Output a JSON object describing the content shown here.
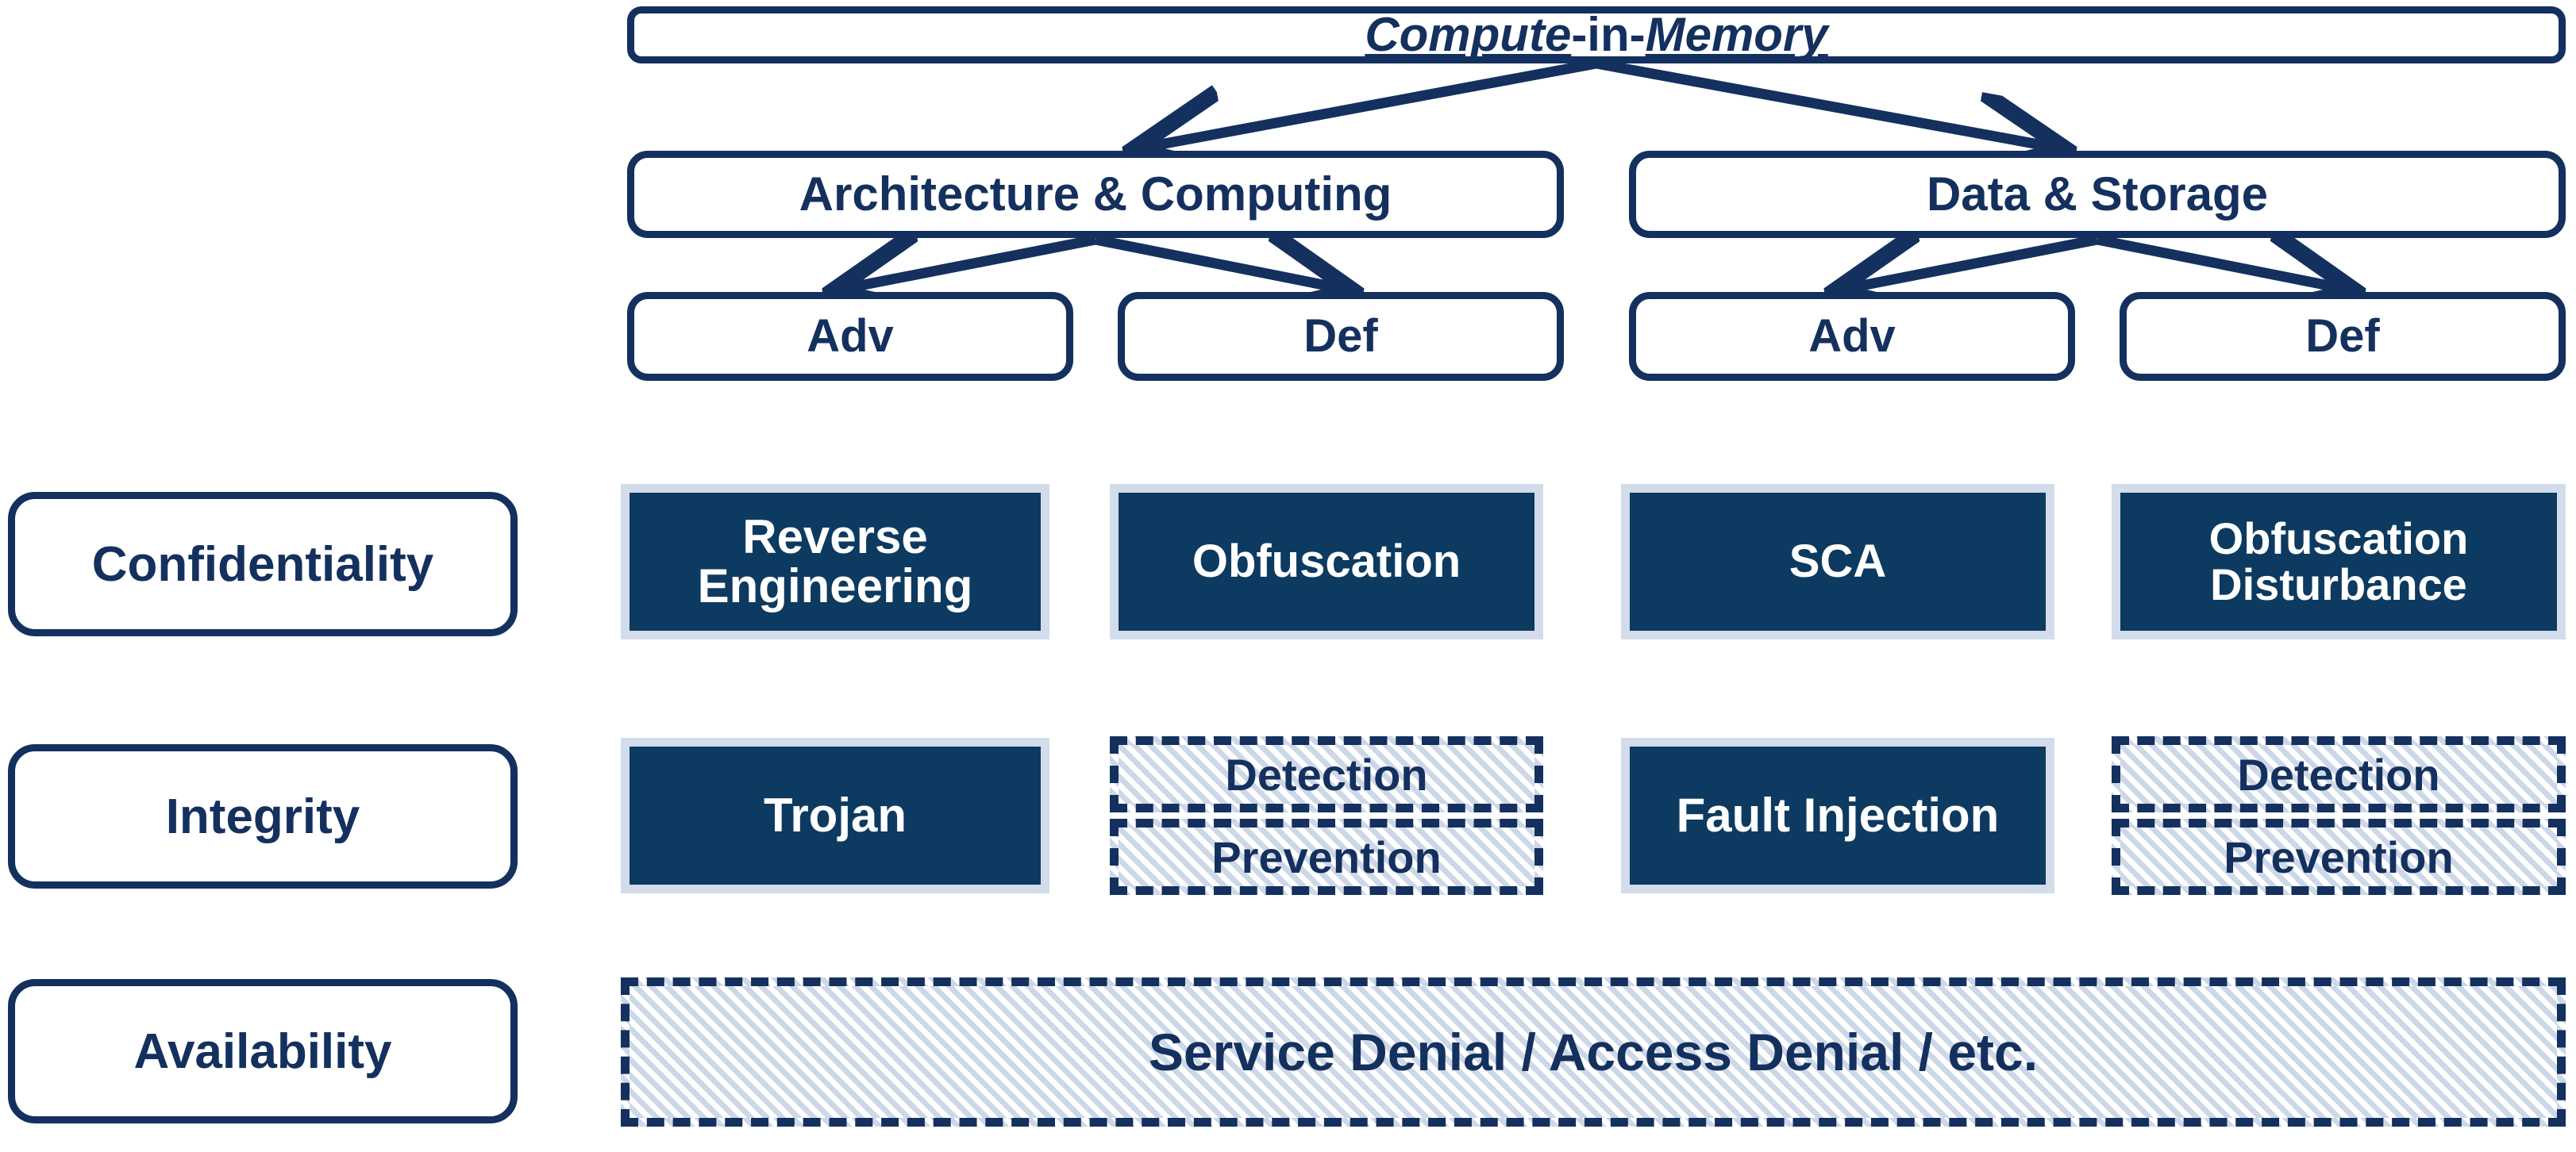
{
  "diagram": {
    "title_parts": {
      "part1": "Compute ",
      "part2": "-in-",
      "part3": " Memory"
    },
    "hierarchy": {
      "root_label": "Compute -in- Memory",
      "branches": [
        {
          "label": "Architecture & Computing",
          "children": [
            {
              "label": "Adv"
            },
            {
              "label": "Def"
            }
          ]
        },
        {
          "label": "Data & Storage",
          "children": [
            {
              "label": "Adv"
            },
            {
              "label": "Def"
            }
          ]
        }
      ]
    },
    "row_labels": {
      "confidentiality": "Confidentiality",
      "integrity": "Integrity",
      "availability": "Availability"
    },
    "cells": {
      "confidentiality": {
        "arch_adv": "Reverse Engineering",
        "arch_def": "Obfuscation",
        "data_adv": "SCA",
        "data_def": "Obfuscation Disturbance"
      },
      "integrity": {
        "arch_adv": "Trojan",
        "arch_def_detection": "Detection",
        "arch_def_prevention": "Prevention",
        "data_adv": "Fault Injection",
        "data_def_detection": "Detection",
        "data_def_prevention": "Prevention"
      },
      "availability": {
        "span_label": "Service Denial / Access Denial / etc."
      }
    },
    "colors": {
      "navy_line": "#14305e",
      "card_fill": "#0d3a60",
      "card_border": "#d3dcea",
      "hatch": "#ccd8e8",
      "text_light": "#ffffff",
      "background": "#ffffff"
    }
  }
}
